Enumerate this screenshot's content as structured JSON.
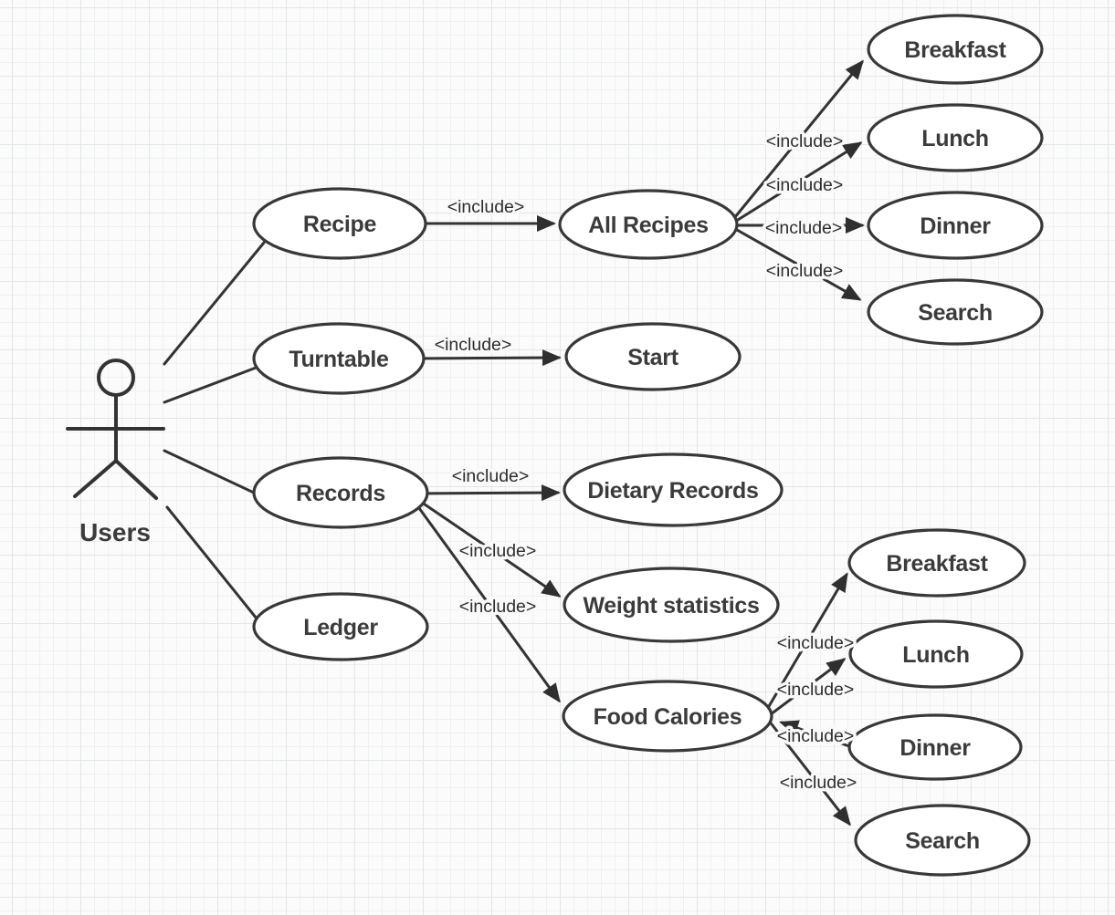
{
  "diagram": {
    "type": "uml-use-case",
    "actor": {
      "label": "Users"
    },
    "include_label": "<include>",
    "nodes": {
      "recipe": {
        "label": "Recipe"
      },
      "all_recipes": {
        "label": "All Recipes"
      },
      "breakfast_top": {
        "label": "Breakfast"
      },
      "lunch_top": {
        "label": "Lunch"
      },
      "dinner_top": {
        "label": "Dinner"
      },
      "search_top": {
        "label": "Search"
      },
      "turntable": {
        "label": "Turntable"
      },
      "start": {
        "label": "Start"
      },
      "records": {
        "label": "Records"
      },
      "dietary_records": {
        "label": "Dietary Records"
      },
      "weight_statistics": {
        "label": "Weight statistics"
      },
      "food_calories": {
        "label": "Food Calories"
      },
      "ledger": {
        "label": "Ledger"
      },
      "breakfast_bottom": {
        "label": "Breakfast"
      },
      "lunch_bottom": {
        "label": "Lunch"
      },
      "dinner_bottom": {
        "label": "Dinner"
      },
      "search_bottom": {
        "label": "Search"
      }
    },
    "relations": [
      {
        "from": "Users",
        "to": "Recipe",
        "label": ""
      },
      {
        "from": "Users",
        "to": "Turntable",
        "label": ""
      },
      {
        "from": "Users",
        "to": "Records",
        "label": ""
      },
      {
        "from": "Users",
        "to": "Ledger",
        "label": ""
      },
      {
        "from": "Recipe",
        "to": "All Recipes",
        "label": "<include>"
      },
      {
        "from": "All Recipes",
        "to": "Breakfast",
        "label": "<include>"
      },
      {
        "from": "All Recipes",
        "to": "Lunch",
        "label": "<include>"
      },
      {
        "from": "All Recipes",
        "to": "Dinner",
        "label": "<include>"
      },
      {
        "from": "All Recipes",
        "to": "Search",
        "label": "<include>"
      },
      {
        "from": "Turntable",
        "to": "Start",
        "label": "<include>"
      },
      {
        "from": "Records",
        "to": "Dietary Records",
        "label": "<include>"
      },
      {
        "from": "Records",
        "to": "Weight statistics",
        "label": "<include>"
      },
      {
        "from": "Records",
        "to": "Food Calories",
        "label": "<include>"
      },
      {
        "from": "Food Calories",
        "to": "Breakfast",
        "label": "<include>"
      },
      {
        "from": "Food Calories",
        "to": "Lunch",
        "label": "<include>"
      },
      {
        "from": "Dinner",
        "to": "Food Calories",
        "label": "<include>"
      },
      {
        "from": "Food Calories",
        "to": "Search",
        "label": "<include>"
      }
    ],
    "colors": {
      "background": "#fbfbfb",
      "grid_minor": "#eff0f0",
      "grid_major": "#e3e6e6",
      "shape_stroke": "#383838",
      "shape_fill": "#ffffff",
      "edge": "#333333",
      "node_text": "#3b3b3b",
      "include_text": "#2e2e2e"
    }
  }
}
